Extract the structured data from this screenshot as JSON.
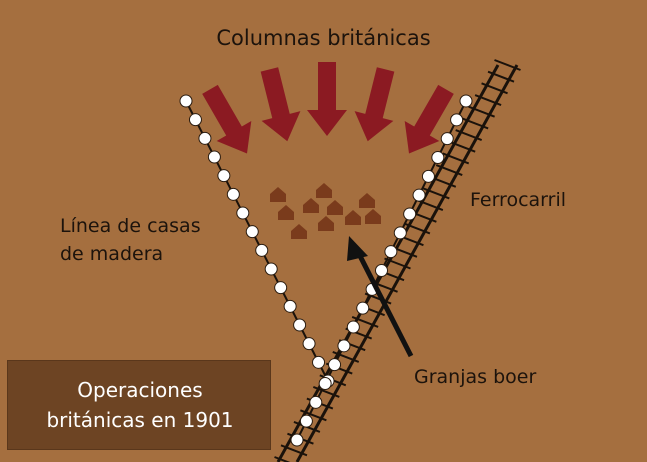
{
  "title": "Columnas británicas",
  "labels": {
    "railway": "Ferrocarril",
    "blockhouse_line_1": "Línea de casas",
    "blockhouse_line_2": "de madera",
    "farms": "Granjas boer"
  },
  "caption": {
    "line_1": "Operaciones",
    "line_2": "británicas en 1901"
  },
  "colors": {
    "background": "#a56f3f",
    "arrow": "#8b1a22",
    "farm": "#7a3b1c",
    "blockhouse": "#ffffff",
    "caption_box": "#6d4423",
    "text": "#1c130c"
  },
  "icons": {
    "column_arrow": "arrow-down-icon",
    "farm": "house-icon",
    "blockhouse": "circle-icon",
    "railway": "railroad-track-icon"
  }
}
